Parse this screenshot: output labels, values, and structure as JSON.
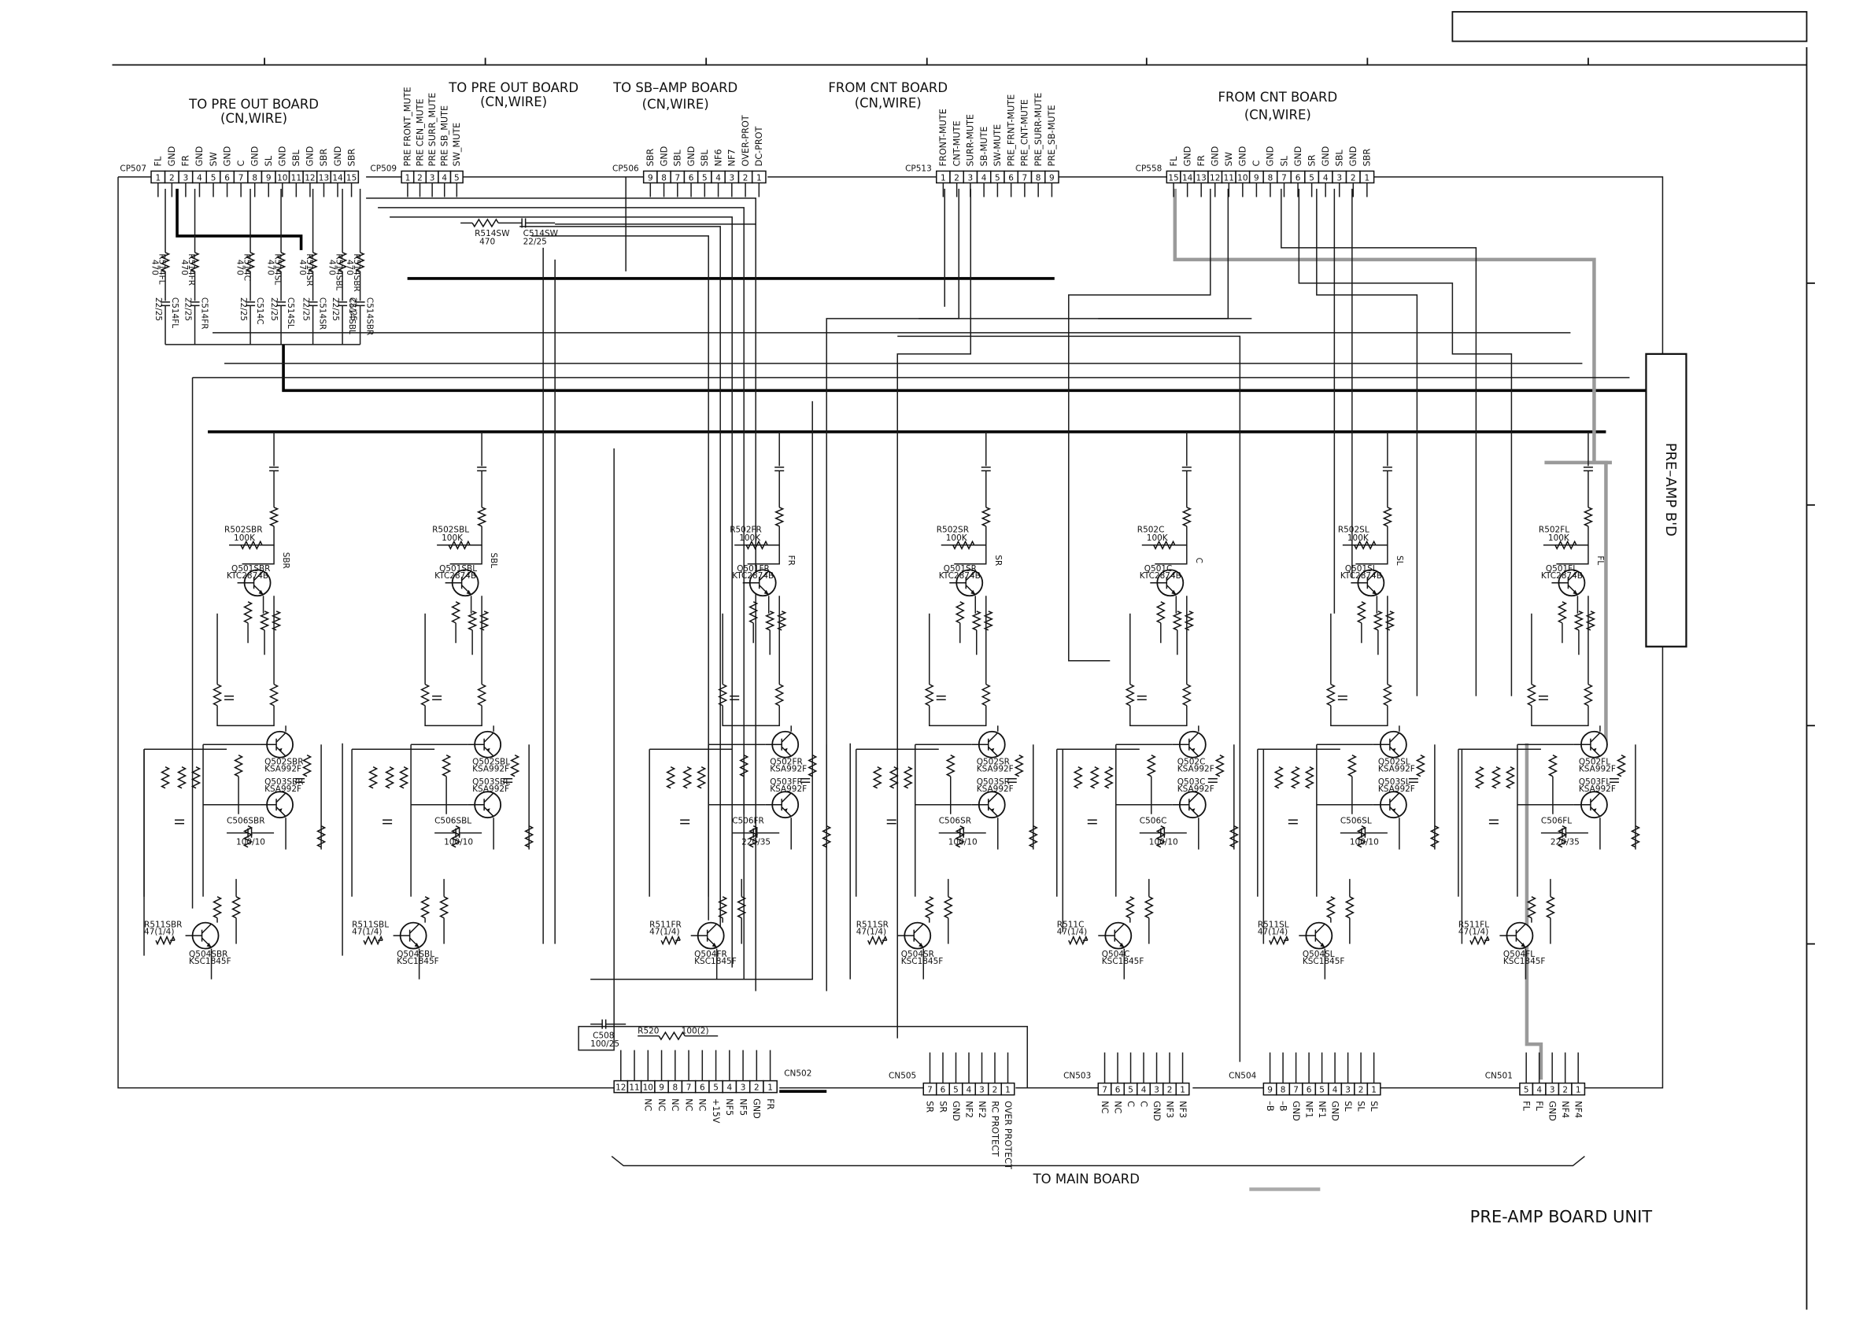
{
  "title": "PRE-AMP BOARD UNIT",
  "board_label": "PRE–AMP B'D",
  "to_main_board": "TO MAIN BOARD",
  "top_headers": [
    {
      "id": "h1",
      "lines": [
        "TO PRE OUT BOARD",
        "(CN,WIRE)"
      ]
    },
    {
      "id": "h2",
      "lines": [
        "TO PRE OUT BOARD",
        "(CN,WIRE)"
      ]
    },
    {
      "id": "h3",
      "lines": [
        "TO SB–AMP BOARD",
        "(CN,WIRE)"
      ]
    },
    {
      "id": "h4",
      "lines": [
        "FROM CNT BOARD",
        "(CN,WIRE)"
      ]
    },
    {
      "id": "h5",
      "lines": [
        "FROM CNT BOARD",
        "(CN,WIRE)"
      ]
    }
  ],
  "top_connectors": [
    {
      "name": "CP507",
      "order": "asc",
      "pins": [
        "FL",
        "GND",
        "FR",
        "GND",
        "SW",
        "GND",
        "C",
        "GND",
        "SL",
        "GND",
        "SBL",
        "GND",
        "SBR",
        "GND",
        "SBR"
      ]
    },
    {
      "name": "CP509",
      "order": "asc",
      "pins": [
        "PRE FRONT_MUTE",
        "PRE CEN_MUTE",
        "PRE SURR_MUTE",
        "PRE SB_MUTE",
        "SW_MUTE"
      ]
    },
    {
      "name": "CP506",
      "order": "desc",
      "pins": [
        "SBR",
        "GND",
        "SBL",
        "GND",
        "SBL",
        "NF6",
        "NF7",
        "OVER-PROT",
        "DC-PROT"
      ]
    },
    {
      "name": "CP513",
      "order": "asc",
      "pins": [
        "FRONT-MUTE",
        "CNT-MUTE",
        "SURR-MUTE",
        "SB-MUTE",
        "SW-MUTE",
        "PRE_FRNT-MUTE",
        "PRE_CNT-MUTE",
        "PRE_SURR-MUTE",
        "PRE_SB-MUTE"
      ]
    },
    {
      "name": "CP558",
      "order": "desc",
      "pins": [
        "FL",
        "GND",
        "FR",
        "GND",
        "SW",
        "GND",
        "C",
        "GND",
        "SL",
        "GND",
        "SR",
        "GND",
        "SBL",
        "GND",
        "SBR"
      ]
    }
  ],
  "bottom_connectors": [
    {
      "name": "CN502",
      "order": "desc",
      "pins": [
        "NC",
        "NC",
        "NC",
        "NC",
        "NC",
        "+15V",
        "NF5",
        "NF5",
        "GND",
        "FR"
      ]
    },
    {
      "name": "CN505",
      "order": "desc",
      "pins": [
        "SR",
        "SR",
        "GND",
        "NF2",
        "NF2",
        "RC PROTECT",
        "OVER PROTECT"
      ]
    },
    {
      "name": "CN503",
      "order": "desc",
      "pins": [
        "NC",
        "NC",
        "C",
        "C",
        "GND",
        "NF3",
        "NF3"
      ]
    },
    {
      "name": "CN504",
      "order": "desc",
      "pins": [
        "–B",
        "–B",
        "GND",
        "NF1",
        "NF1",
        "GND",
        "SL",
        "SL",
        "SL"
      ]
    },
    {
      "name": "CN501",
      "order": "desc",
      "pins": [
        "FL",
        "FL",
        "GND",
        "NF4",
        "NF4"
      ]
    }
  ],
  "top_parts": {
    "r514": "R514SW",
    "r514_val": "470",
    "c514": "C514SW",
    "c514_val": "22/25",
    "input_r": [
      "R514FL",
      "R514FR",
      "R514C",
      "R514SL",
      "R514SR",
      "R514SBL",
      "R514SBR"
    ],
    "input_c": [
      "C514FL",
      "C514FR",
      "C514C",
      "C514SL",
      "C514SR",
      "C514SBL",
      "C514SBR"
    ],
    "input_r_val": "470",
    "input_c_val": "22/25"
  },
  "bottom_parts": {
    "c508": "C508",
    "c508_val": "100/25",
    "r520": "R520",
    "r520_val": "100(2)"
  },
  "channels": [
    {
      "ch": "SBR",
      "q1": "Q501SBR",
      "q1_type": "KTC2874B",
      "r502": "R502SBR",
      "r502_val": "100K",
      "q2": "Q502SBR",
      "q3": "Q503SBR",
      "q23_type": "KSA992F",
      "c506": "C506SBR",
      "c506_val": "100/10",
      "r511": "R511SBR",
      "r511_val": "47(1/4)",
      "q504": "Q504SBR",
      "q504_type": "KSC1845F"
    },
    {
      "ch": "SBL",
      "q1": "Q501SBL",
      "q1_type": "KTC2874B",
      "r502": "R502SBL",
      "r502_val": "100K",
      "q2": "Q502SBL",
      "q3": "Q503SBL",
      "q23_type": "KSA992F",
      "c506": "C506SBL",
      "c506_val": "100/10",
      "r511": "R511SBL",
      "r511_val": "47(1/4)",
      "q504": "Q504SBL",
      "q504_type": "KSC1845F"
    },
    {
      "ch": "FR",
      "q1": "Q501FR",
      "q1_type": "KTC2874B",
      "r502": "R502FR",
      "r502_val": "100K",
      "q2": "Q502FR",
      "q3": "Q503FR",
      "q23_type": "KSA992F",
      "c506": "C506FR",
      "c506_val": "220/35",
      "r511": "R511FR",
      "r511_val": "47(1/4)",
      "q504": "Q504FR",
      "q504_type": "KSC1845F"
    },
    {
      "ch": "SR",
      "q1": "Q501SR",
      "q1_type": "KTC2874B",
      "r502": "R502SR",
      "r502_val": "100K",
      "q2": "Q502SR",
      "q3": "Q503SR",
      "q23_type": "KSA992F",
      "c506": "C506SR",
      "c506_val": "100/10",
      "r511": "R511SR",
      "r511_val": "47(1/4)",
      "q504": "Q504SR",
      "q504_type": "KSC1845F"
    },
    {
      "ch": "C",
      "q1": "Q501C",
      "q1_type": "KTC2874B",
      "r502": "R502C",
      "r502_val": "100K",
      "q2": "Q502C",
      "q3": "Q503C",
      "q23_type": "KSA992F",
      "c506": "C506C",
      "c506_val": "100/10",
      "r511": "R511C",
      "r511_val": "47(1/4)",
      "q504": "Q504C",
      "q504_type": "KSC1845F"
    },
    {
      "ch": "SL",
      "q1": "Q501SL",
      "q1_type": "KTC2874B",
      "r502": "R502SL",
      "r502_val": "100K",
      "q2": "Q502SL",
      "q3": "Q503SL",
      "q23_type": "KSA992F",
      "c506": "C506SL",
      "c506_val": "100/10",
      "r511": "R511SL",
      "r511_val": "47(1/4)",
      "q504": "Q504SL",
      "q504_type": "KSC1845F"
    },
    {
      "ch": "FL",
      "q1": "Q501FL",
      "q1_type": "KTC2874B",
      "r502": "R502FL",
      "r502_val": "100K",
      "q2": "Q502FL",
      "q3": "Q503FL",
      "q23_type": "KSA992F",
      "c506": "C506FL",
      "c506_val": "220/35",
      "r511": "R511FL",
      "r511_val": "47(1/4)",
      "q504": "Q504FL",
      "q504_type": "KSC1845F"
    }
  ]
}
